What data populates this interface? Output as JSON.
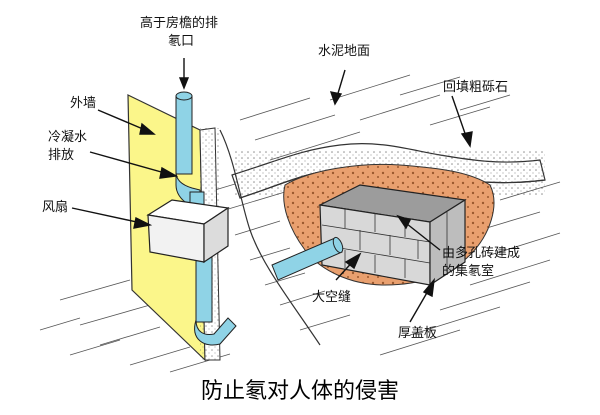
{
  "caption": "防止氡对人体的侵害",
  "labels": {
    "exhaust_line1": "高于房檐的排",
    "exhaust_line2": "氡口",
    "concrete_floor": "水泥地面",
    "backfill_gravel": "回填粗砾石",
    "outer_wall": "外墙",
    "condensate_line1": "冷凝水",
    "condensate_line2": "排放",
    "fan": "风扇",
    "brick_chamber_line1": "由多孔砖建成",
    "brick_chamber_line2": "的集氡室",
    "air_gap": "大空缝",
    "thick_slab": "厚盖板"
  },
  "colors": {
    "wall_fill": "#fbf68a",
    "pipe_fill": "#8fd3e6",
    "gravel_fill": "#e9a06f",
    "chamber_top": "#9c9c9c",
    "fan_box": "#ffffff",
    "ground_line": "#333333"
  }
}
